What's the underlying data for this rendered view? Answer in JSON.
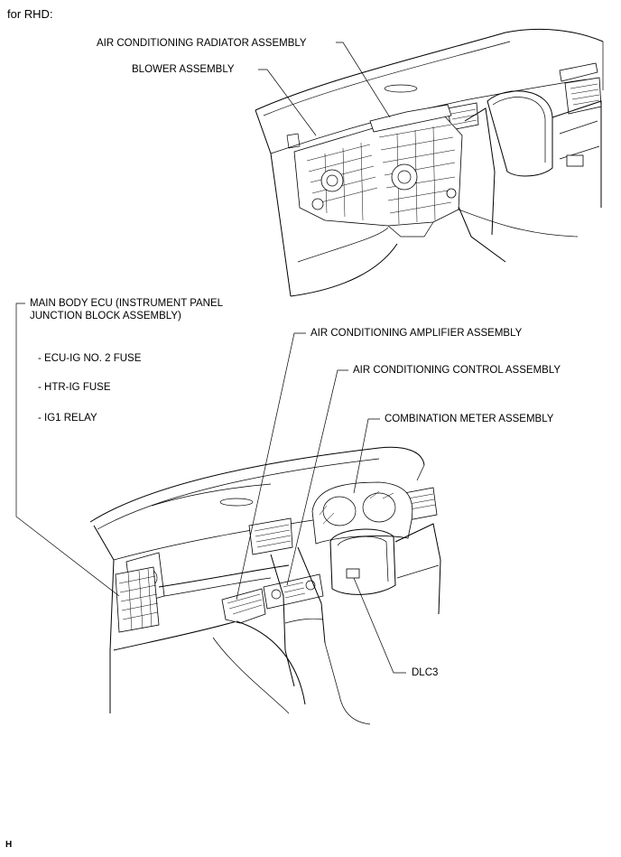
{
  "header": "for RHD:",
  "footer_code": "H",
  "labels": {
    "ac_radiator": "AIR CONDITIONING RADIATOR ASSEMBLY",
    "blower": "BLOWER ASSEMBLY",
    "main_body_ecu_1": "MAIN BODY ECU (INSTRUMENT PANEL",
    "main_body_ecu_2": "JUNCTION BLOCK ASSEMBLY)",
    "ecu_ig_fuse": "- ECU-IG NO. 2 FUSE",
    "htr_ig_fuse": "- HTR-IG FUSE",
    "ig1_relay": "- IG1 RELAY",
    "ac_amplifier": "AIR CONDITIONING AMPLIFIER ASSEMBLY",
    "ac_control": "AIR CONDITIONING CONTROL ASSEMBLY",
    "combination_meter": "COMBINATION METER ASSEMBLY",
    "dlc3": "DLC3"
  }
}
